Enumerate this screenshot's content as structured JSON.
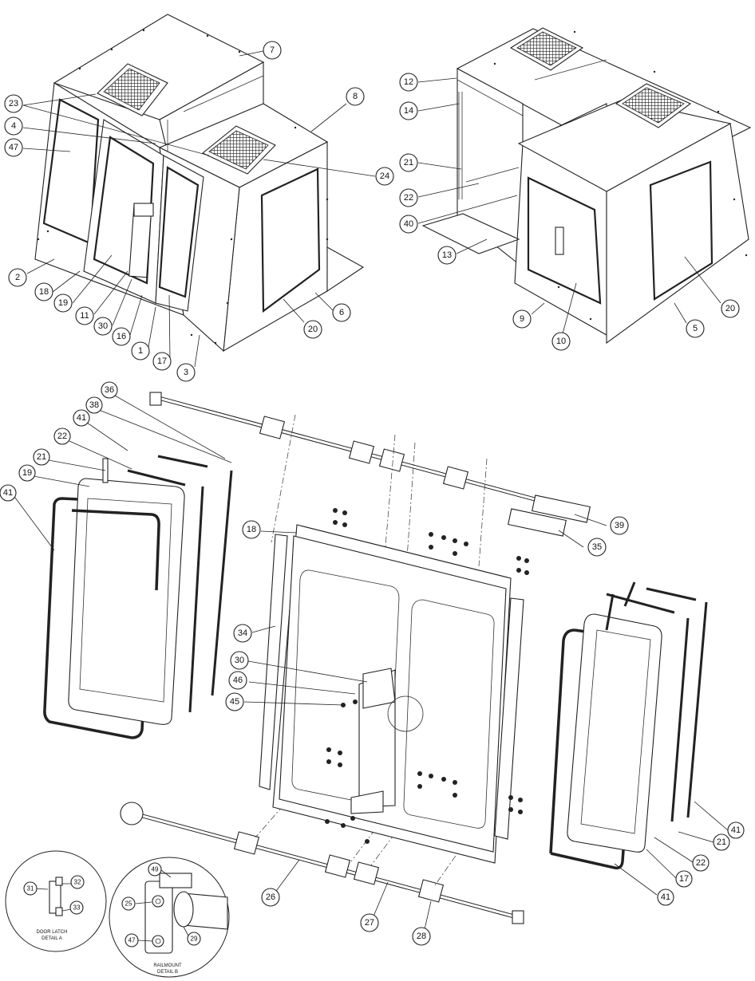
{
  "callouts": {
    "c7": "7",
    "c8": "8",
    "c23": "23",
    "c4": "4",
    "c47a": "47",
    "c24": "24",
    "c2": "2",
    "c18a": "18",
    "c19a": "19",
    "c11": "11",
    "c30a": "30",
    "c16": "16",
    "c1": "1",
    "c17a": "17",
    "c3": "3",
    "c20a": "20",
    "c6": "6",
    "c12": "12",
    "c14": "14",
    "c21a": "21",
    "c22a": "22",
    "c40": "40",
    "c13": "13",
    "c9": "9",
    "c10": "10",
    "c5": "5",
    "c20b": "20",
    "c36": "36",
    "c38": "38",
    "c41a": "41",
    "c22b": "22",
    "c21b": "21",
    "c19b": "19",
    "c41b": "41",
    "c18b": "18",
    "c39": "39",
    "c35": "35",
    "c34": "34",
    "c30b": "30",
    "c46": "46",
    "c45": "45",
    "c41c": "41",
    "c21c": "21",
    "c22c": "22",
    "c17b": "17",
    "c41d": "41",
    "c26": "26",
    "c27": "27",
    "c28": "28",
    "c31": "31",
    "c32": "32",
    "c33": "33",
    "c49": "49",
    "c25": "25",
    "c47b": "47",
    "c29": "29"
  },
  "details": {
    "detail_a_line1": "DOOR LATCH",
    "detail_a_line2": "DETAIL A",
    "detail_b_line1": "RAILMOUNT",
    "detail_b_line2": "DETAIL B"
  }
}
